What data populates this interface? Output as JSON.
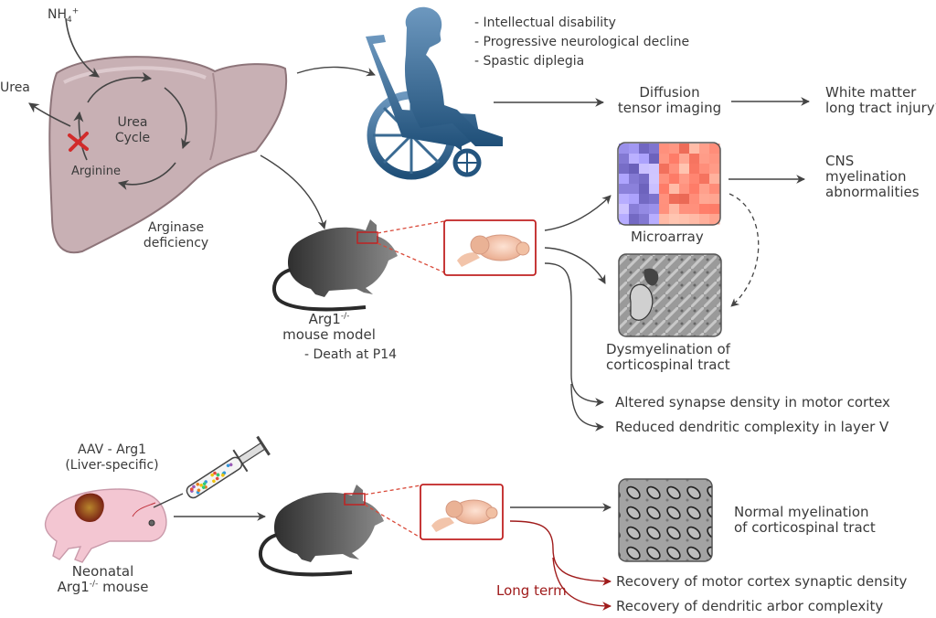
{
  "liver": {
    "nh4_label": "NH",
    "nh4_sub": "4",
    "nh4_sup": "+",
    "urea_label": "Urea",
    "cycle_line1": "Urea",
    "cycle_line2": "Cycle",
    "arginine_label": "Arginine",
    "deficiency_line1": "Arginase",
    "deficiency_line2": "deficiency",
    "block_icon": "red-x-icon"
  },
  "patient": {
    "icon": "wheelchair-child-icon",
    "symptoms": [
      "- Intellectual disability",
      "- Progressive neurological decline",
      "- Spastic diplegia"
    ]
  },
  "dti": {
    "line1": "Diffusion",
    "line2": "tensor imaging",
    "result_line1": "White matter",
    "result_line2": "long tract injury?"
  },
  "mouse_model": {
    "line1_base": "Arg1",
    "line1_sup": "-/-",
    "line2": "mouse model",
    "line3": "- Death at P14"
  },
  "microarray": {
    "label": "Microarray",
    "result_line1": "CNS",
    "result_line2": "myelination",
    "result_line3": "abnormalities"
  },
  "dysmyelination": {
    "line1": "Dysmyelination of",
    "line2": "corticospinal tract"
  },
  "untreated_outcomes": [
    "Altered synapse density in motor cortex",
    "Reduced dendritic complexity in layer V"
  ],
  "treatment": {
    "aav_line1": "AAV - Arg1",
    "aav_line2": "(Liver-specific)",
    "neonate_line1": "Neonatal",
    "neonate_line2_base": "Arg1",
    "neonate_line2_sup": "-/-",
    "neonate_line2_rest": " mouse"
  },
  "treated_outcomes": {
    "normal_line1": "Normal myelination",
    "normal_line2": "of corticospinal tract",
    "long_term_label": "Long term",
    "items": [
      "Recovery of motor cortex synaptic density",
      "Recovery of dendritic arbor complexity"
    ]
  },
  "colors": {
    "arrow": "#444444",
    "accent_red": "#a01c1c",
    "liver": "#c9b0b4",
    "wheelchair_blue": "#2e5f86",
    "mouse_gray": "#4a4a4a"
  }
}
